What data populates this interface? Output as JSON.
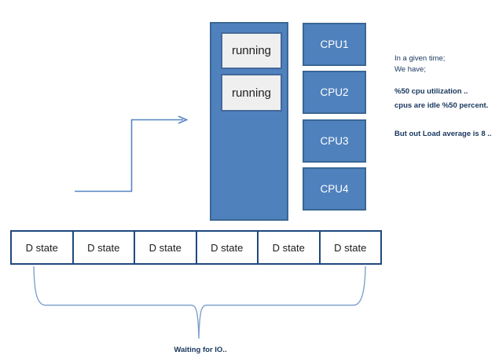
{
  "run_queue": {
    "processes": [
      {
        "label": "running"
      },
      {
        "label": "running"
      }
    ]
  },
  "cpus": [
    {
      "label": "CPU1"
    },
    {
      "label": "CPU2"
    },
    {
      "label": "CPU3"
    },
    {
      "label": "CPU4"
    }
  ],
  "annotation": {
    "lines": [
      {
        "text": "In a given time;"
      },
      {
        "text": "We have;"
      },
      {
        "text": "%50 cpu utilization  .."
      },
      {
        "text": "cpus are idle  %50 percent."
      },
      {
        "text": "But out Load  average is 8 .."
      }
    ]
  },
  "d_states": [
    {
      "label": "D state"
    },
    {
      "label": "D state"
    },
    {
      "label": "D state"
    },
    {
      "label": "D state"
    },
    {
      "label": "D state"
    },
    {
      "label": "D state"
    }
  ],
  "brace_label": "Waiting  for  IO..",
  "colors": {
    "box_fill": "#4f81bd",
    "box_border": "#3a6795",
    "process_fill": "#efefef",
    "process_border": "#44679b",
    "dstate_border": "#1f497d",
    "text_navy": "#17365d",
    "arrow": "#5585c2",
    "brace": "#7fa1cc"
  }
}
